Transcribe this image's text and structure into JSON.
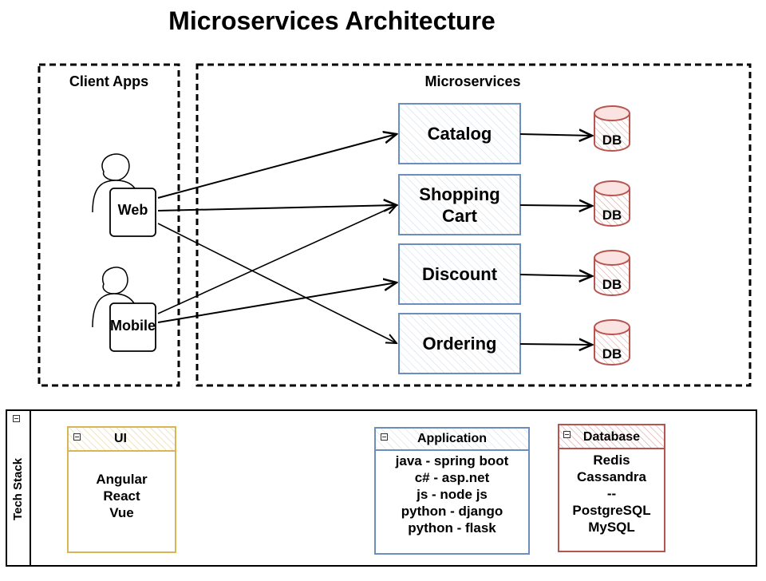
{
  "title": "Microservices Architecture",
  "groups": {
    "client_apps": "Client Apps",
    "microservices": "Microservices"
  },
  "clients": [
    {
      "label": "Web"
    },
    {
      "label": "Mobile"
    }
  ],
  "services": [
    {
      "label": "Catalog",
      "db_label": "DB"
    },
    {
      "label": "Shopping Cart",
      "db_label": "DB"
    },
    {
      "label": "Discount",
      "db_label": "DB"
    },
    {
      "label": "Ordering",
      "db_label": "DB"
    }
  ],
  "tech_stack": {
    "label": "Tech Stack",
    "ui": {
      "title": "UI",
      "items": [
        "Angular",
        "React",
        "Vue"
      ]
    },
    "application": {
      "title": "Application",
      "items": [
        "java - spring boot",
        "c# - asp.net",
        "js - node js",
        "python - django",
        "python - flask"
      ]
    },
    "database": {
      "title": "Database",
      "items": [
        "Redis",
        "Cassandra",
        "--",
        "PostgreSQL",
        "MySQL"
      ]
    }
  },
  "colors": {
    "service_stroke": "#6c8ebf",
    "service_fill": "#dae8fc",
    "db_stroke": "#b85450",
    "db_fill": "#f8cecc",
    "ui_stroke": "#d6b656",
    "ui_fill": "#fff2cc"
  }
}
